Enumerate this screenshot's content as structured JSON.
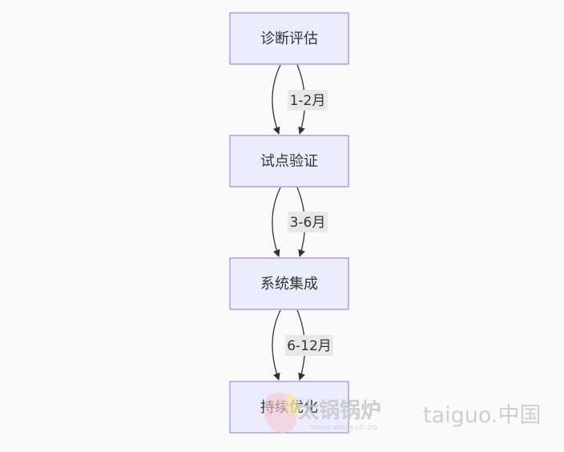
{
  "diagram": {
    "type": "flowchart",
    "colors": {
      "node_fill": "#ececff",
      "node_stroke": "#9370db",
      "edge": "#333333",
      "label_bg": "#e8e8e8",
      "background": "#fafafa"
    },
    "nodes": [
      {
        "id": "diagnose",
        "label": "诊断评估"
      },
      {
        "id": "pilot",
        "label": "试点验证"
      },
      {
        "id": "integrate",
        "label": "系统集成"
      },
      {
        "id": "optimize",
        "label": "持续优化"
      }
    ],
    "edges": [
      {
        "from": "diagnose",
        "to": "pilot",
        "label": "1-2月"
      },
      {
        "from": "pilot",
        "to": "integrate",
        "label": "3-6月"
      },
      {
        "from": "integrate",
        "to": "optimize",
        "label": "6-12月"
      }
    ]
  },
  "watermark": {
    "brand": "太锅锅炉",
    "subtitle": "TAIGUO BOILER CO.,LTD",
    "site": "taiguo.中国"
  }
}
